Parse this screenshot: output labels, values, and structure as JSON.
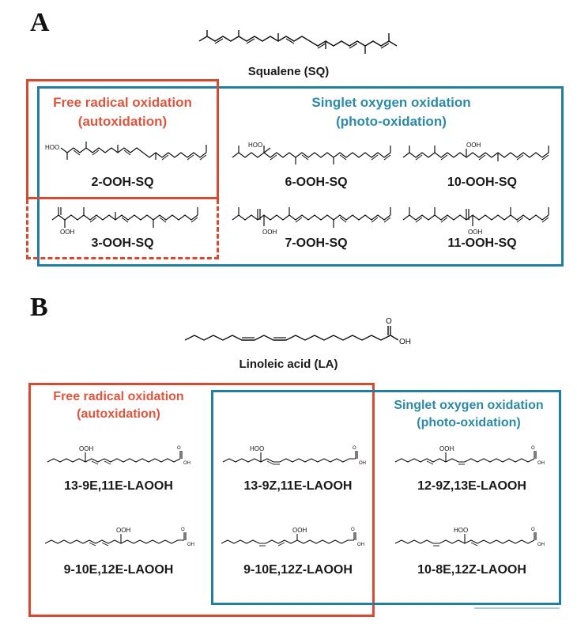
{
  "panel_a": {
    "letter": "A",
    "parent": "Squalene (SQ)",
    "red_title_1": "Free radical oxidation",
    "red_title_2": "(autoxidation)",
    "blue_title_1": "Singlet oxygen oxidation",
    "blue_title_2": "(photo-oxidation)",
    "products": [
      "2-OOH-SQ",
      "6-OOH-SQ",
      "10-OOH-SQ",
      "3-OOH-SQ",
      "7-OOH-SQ",
      "11-OOH-SQ"
    ],
    "labels": {
      "hoo": "HOO",
      "ooh": "OOH"
    }
  },
  "panel_b": {
    "letter": "B",
    "parent": "Linoleic acid (LA)",
    "red_title_1": "Free radical oxidation",
    "red_title_2": "(autoxidation)",
    "blue_title_1": "Singlet oxygen oxidation",
    "blue_title_2": "(photo-oxidation)",
    "products": [
      "13-9E,11E-LAOOH",
      "13-9Z,11E-LAOOH",
      "12-9Z,13E-LAOOH",
      "9-10E,12E-LAOOH",
      "9-10E,12Z-LAOOH",
      "10-8E,12Z-LAOOH"
    ],
    "labels": {
      "ooh": "OOH",
      "hoo": "HOO",
      "o": "O",
      "oh": "OH"
    }
  },
  "colors": {
    "autoxidation": "#d9482f",
    "photo_oxidation": "#1f7fa0"
  }
}
